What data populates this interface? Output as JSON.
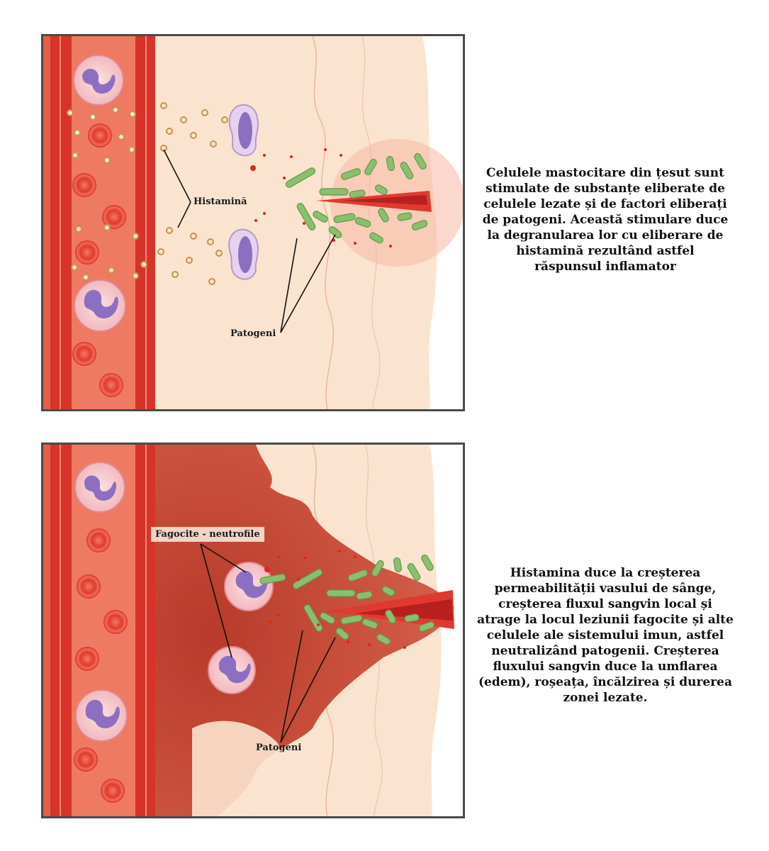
{
  "top_panel": {
    "label_histamine": "Histamină",
    "label_pathogens": "Patogeni",
    "caption_lines": [
      "Celulele mastocitare din țesut sunt",
      "stimulate de substanțe eliberate de",
      "celulele lezate și de factori eliberați",
      "de patogeni. Această stimulare duce",
      "la degranularea lor cu eliberare de",
      "histamină rezultând astfel",
      "răspunsul inflamator"
    ]
  },
  "bottom_panel": {
    "label_phagocytes": "Fagocite - neutrofile",
    "label_pathogens": "Patogeni",
    "caption_lines": [
      "Histamina duce la creșterea",
      "permeabilității vasului de sânge,",
      "creșterea fluxul sangvin local și",
      "atrage la locul leziunii fagocite și alte",
      "celulele ale sistemului imun, astfel",
      "neutralizând patogenii. Creșterea",
      "fluxului sangvin duce la umflarea",
      "(edem), roșeața, încălzirea și durerea",
      "zonei lezate."
    ]
  },
  "colors": {
    "tissue": "#fbe4cf",
    "vessel_wall": "#e23a2c",
    "vessel_lumen": "#e8735c",
    "inflamed_tissue": "#c84a36",
    "pathogen": "#8bbf6e",
    "red_cell": "#e43b30",
    "neutrophil_nucleus": "#8d6fc2",
    "histamine_granule": "#c8914a",
    "label_box": "#f2d3c6"
  }
}
